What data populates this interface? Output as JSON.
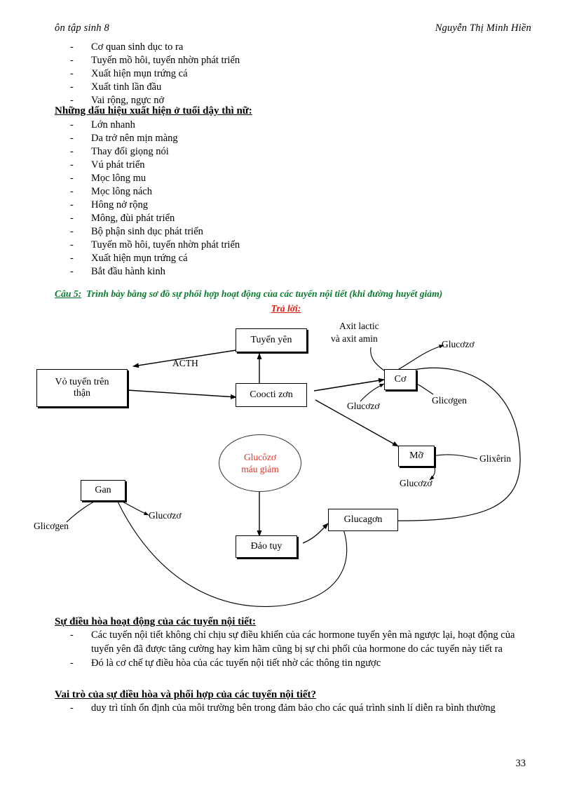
{
  "header": {
    "left": "ôn tập sinh 8",
    "right": "Nguyễn Thị Minh Hiền"
  },
  "male_list": {
    "dash": "-",
    "items": [
      "Cơ quan sinh  dục to ra",
      "Tuyến mồ hôi, tuyến  nhờn phát triển",
      "Xuất hiện mụn  trứng cá",
      "Xuất tinh  lần đầu",
      "Vai rộng, ngực nở"
    ]
  },
  "female_heading": "Những dấu hiệu xuất hiện ở tuổi dậy thì nữ:",
  "female_list": {
    "dash": "-",
    "items": [
      "Lớn nhanh",
      "Da trở nên mịn  màng",
      "Thay đổi giọng  nói",
      "Vú phát triển",
      "Mọc lông  mu",
      "Mọc lông  nách",
      "Hông nở rộng",
      "Mông, đùi phát triển",
      "Bộ phận sinh  dục phát triển",
      "Tuyến mồ hôi, tuyến  nhờn phát triển",
      "Xuất hiện mụn  trứng cá",
      "Bắt đầu hành  kinh"
    ]
  },
  "question": {
    "label": "Câu 5:",
    "text": "Trình bày bằng sơ đồ sự phối hợp hoạt động của các tuyến nội tiết (khi đường huyết giảm)",
    "answer_label": "Trả lời:",
    "label_color": "#0a7a2f",
    "answer_color": "#e01b0e"
  },
  "diagram": {
    "nodes": [
      {
        "id": "tuyen-yen",
        "label": "Tuyến yên"
      },
      {
        "id": "vo-tuyen",
        "label": "Vỏ tuyến trên\nthận"
      },
      {
        "id": "cooctizon",
        "label": "Coocti zơn"
      },
      {
        "id": "co",
        "label": "Cơ"
      },
      {
        "id": "mo",
        "label": "Mỡ"
      },
      {
        "id": "gan",
        "label": "Gan"
      },
      {
        "id": "dao-tuy",
        "label": "Đảo tụy"
      },
      {
        "id": "glucagon",
        "label": "Glucagơn"
      }
    ],
    "node_labels": {
      "tuyen_yen": "Tuyến yên",
      "vo_tuyen_line1": "Vỏ tuyến trên",
      "vo_tuyen_line2": "thận",
      "cooctizon": "Coocti zơn",
      "co": "Cơ",
      "mo": "Mỡ",
      "gan": "Gan",
      "dao_tuy": "Đảo tụy",
      "glucagon": "Glucagơn"
    },
    "center_node": {
      "line1": "Glucôzơ",
      "line2": "máu giảm",
      "color": "#e8342b"
    },
    "edge_labels": {
      "acth": "ACTH",
      "axit_line1": "Axit lactic",
      "axit_line2": "và  axit amin",
      "glucozo_top_right": "Glucơzơ",
      "glicogen_right": "Glicơgen",
      "glucozo_under_cooctizon": "Glucơzơ",
      "glixerin": "Glixêrin",
      "glucozo_under_mo": "Glucơzơ",
      "glicogen_left": "Glicơgen",
      "glucozo_gan": "Glucơzơ"
    }
  },
  "regulation_section": {
    "title": "Sự điều hòa hoạt động của các tuyến nội tiết:",
    "dash": "-",
    "items": [
      "Các tuyến nội tiết không chỉ chịu sự điều khiển của các hormone tuyến yên mà ngược lại, hoạt động của tuyến yên đã được tăng cường hay kìm hãm cũng bị sự chi phối của hormone do các tuyến này tiết ra",
      "Đó là cơ chế tự điều hòa của các tuyến nội tiết nhờ các thông tin ngược"
    ]
  },
  "role_section": {
    "title": "Vai trò của sự điều hòa và phối hợp  của các tuyến nội tiết?",
    "dash": "-",
    "items": [
      "duy trì tính ổn định của môi trường bên trong đảm bảo cho các quá trình sinh lí diễn ra bình thường"
    ]
  },
  "page_number": "33"
}
